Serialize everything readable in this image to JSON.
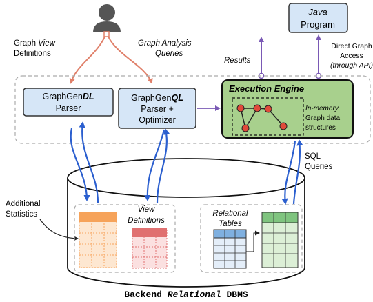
{
  "labels": {
    "view_def_line1_a": "Graph ",
    "view_def_line1_b": "View",
    "view_def_line2": "Definitions",
    "analysis_line1": "Graph Analysis",
    "analysis_line2": "Queries",
    "results": "Results",
    "java_line1": "Java",
    "java_line2": "Program",
    "direct_line1": "Direct Graph",
    "direct_line2": "Access",
    "direct_line3": "(through API)",
    "dl_prefix": "GraphGen",
    "dl_suffix": "DL",
    "dl_line2": "Parser",
    "ql_prefix": "GraphGen",
    "ql_suffix": "QL",
    "ql_line2": "Parser +",
    "ql_line3": "Optimizer",
    "engine_title": "Execution Engine",
    "inmem_line1": "In-memory",
    "inmem_line2": "Graph data",
    "inmem_line3": "structures",
    "sql_line1": "SQL",
    "sql_line2": "Queries",
    "stats_line1": "Additional",
    "stats_line2": "Statistics",
    "viewdefs_line1": "View",
    "viewdefs_line2": "Definitions",
    "reltables_line1": "Relational",
    "reltables_line2": "Tables",
    "dbms_a": "Backend ",
    "dbms_b": "Relational",
    "dbms_c": " DBMS"
  },
  "colors": {
    "box_blue": "#d6e6f7",
    "engine_green": "#a8d08d",
    "arrow_blue": "#2b5fcf",
    "arrow_salmon": "#e0806a",
    "arrow_purple": "#7a59b5",
    "node_red": "#e04a3a",
    "orange": "#f6a35a",
    "red_table": "#e07070",
    "blue_table": "#7fb0e0",
    "green_table": "#7fc47f"
  }
}
